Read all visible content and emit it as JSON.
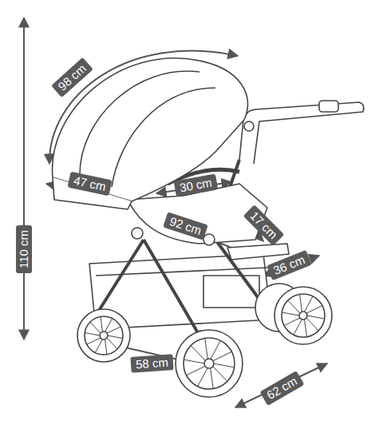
{
  "diagram": {
    "labels": [
      "98 cm",
      "110 cm",
      "47 cm",
      "30 cm",
      "92 cm",
      "17 cm",
      "36 cm",
      "58 cm",
      "62 cm"
    ]
  }
}
